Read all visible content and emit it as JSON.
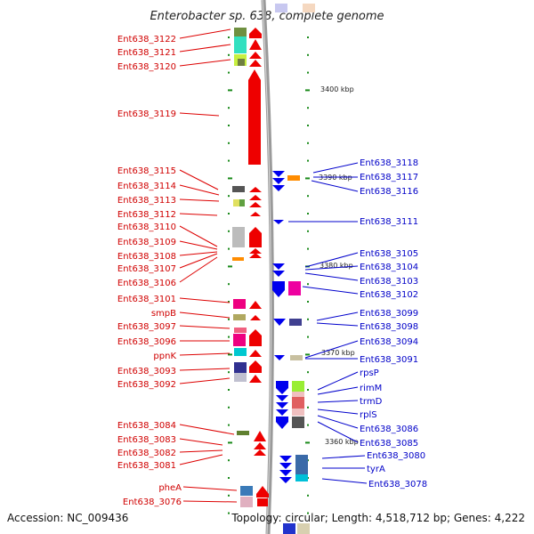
{
  "title": "Enterobacter sp. 638, complete genome",
  "accession": "Accession: NC_009436",
  "topology": "Topology: circular; Length: 4,518,712 bp; Genes: 4,222",
  "kbp_ticks": [
    "3400 kbp",
    "3390 kbp",
    "3380 kbp",
    "3370 kbp",
    "3360 kbp"
  ],
  "left_labels": [
    "Ent638_3122",
    "Ent638_3121",
    "Ent638_3120",
    "Ent638_3119",
    "Ent638_3115",
    "Ent638_3114",
    "Ent638_3113",
    "Ent638_3112",
    "Ent638_3110",
    "Ent638_3109",
    "Ent638_3108",
    "Ent638_3107",
    "Ent638_3106",
    "Ent638_3101",
    "smpB",
    "Ent638_3097",
    "Ent638_3096",
    "ppnK",
    "Ent638_3093",
    "Ent638_3092",
    "Ent638_3084",
    "Ent638_3083",
    "Ent638_3082",
    "Ent638_3081",
    "pheA",
    "Ent638_3076"
  ],
  "right_labels": [
    "Ent638_3118",
    "Ent638_3117",
    "Ent638_3116",
    "Ent638_3111",
    "Ent638_3105",
    "Ent638_3104",
    "Ent638_3103",
    "Ent638_3102",
    "Ent638_3099",
    "Ent638_3098",
    "Ent638_3094",
    "Ent638_3091",
    "rpsP",
    "rimM",
    "trmD",
    "rplS",
    "Ent638_3086",
    "Ent638_3085",
    "Ent638_3080",
    "tyrA",
    "Ent638_3078"
  ],
  "colors": {
    "forward": "#ee0000",
    "reverse": "#0000ee",
    "left_label": "#d00000",
    "right_label": "#0000c8",
    "tick": "#1a8a1a"
  }
}
